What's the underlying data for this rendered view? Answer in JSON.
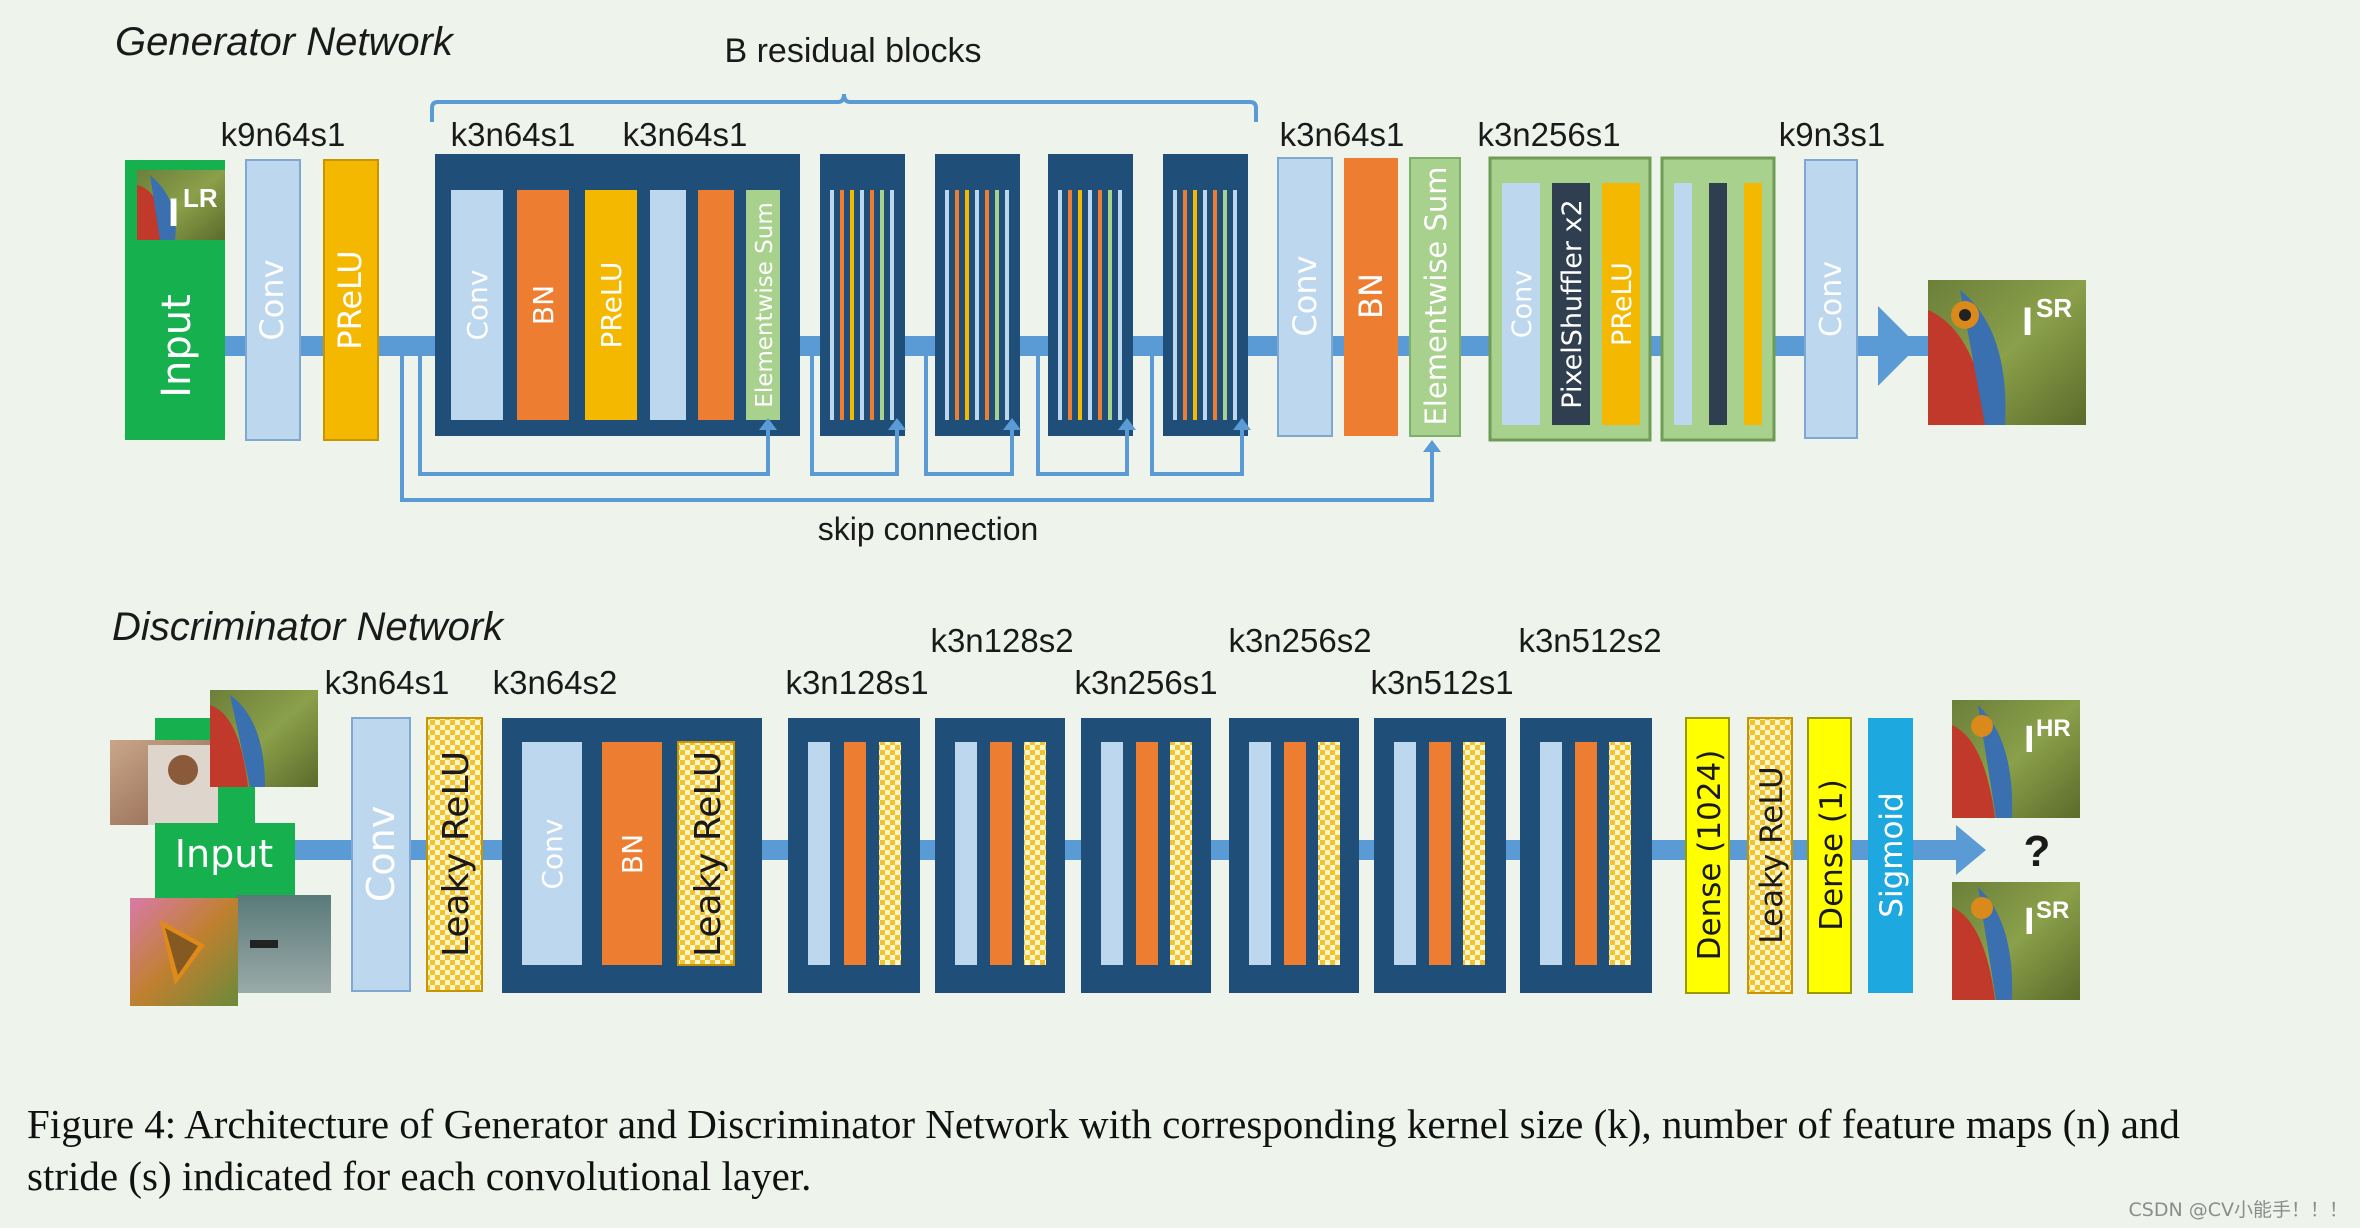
{
  "generator": {
    "title": "Generator Network",
    "residual_label": "B residual blocks",
    "skip_label": "skip connection",
    "input_label": "Input",
    "input_image_label": "I",
    "input_image_sup": "LR",
    "output_image_label": "I",
    "output_image_sup": "SR",
    "kernels": {
      "k1": "k9n64s1",
      "k2": "k3n64s1",
      "k3": "k3n64s1",
      "k4": "k3n64s1",
      "k5": "k3n256s1",
      "k6": "k9n3s1"
    },
    "layers": {
      "conv1": "Conv",
      "prelu1": "PReLU",
      "rb_conv": "Conv",
      "rb_bn": "BN",
      "rb_prelu": "PReLU",
      "rb_sum": "Elementwise Sum",
      "conv2": "Conv",
      "bn2": "BN",
      "sum2": "Elementwise Sum",
      "up_conv": "Conv",
      "up_shuffle": "PixelShuffler x2",
      "up_prelu": "PReLU",
      "conv_out": "Conv"
    }
  },
  "discriminator": {
    "title": "Discriminator Network",
    "input_label": "Input",
    "question": "?",
    "hr_label": "I",
    "hr_sup": "HR",
    "sr_label": "I",
    "sr_sup": "SR",
    "kernels": {
      "k1": "k3n64s1",
      "k2": "k3n64s2",
      "k3": "k3n128s1",
      "k4": "k3n128s2",
      "k5": "k3n256s1",
      "k6": "k3n256s2",
      "k7": "k3n512s1",
      "k8": "k3n512s2"
    },
    "layers": {
      "conv1": "Conv",
      "lrelu1": "Leaky ReLU",
      "b_conv": "Conv",
      "b_bn": "BN",
      "b_lrelu": "Leaky ReLU",
      "dense1": "Dense (1024)",
      "lrelu2": "Leaky ReLU",
      "dense2": "Dense (1)",
      "sigmoid": "Sigmoid"
    }
  },
  "caption": "Figure 4: Architecture of Generator and Discriminator Network with corresponding kernel size (k), number of feature maps (n) and stride (s) indicated for each convolutional layer.",
  "watermark": "CSDN @CV小能手！！！",
  "colors": {
    "background": "#eef4ec",
    "block_frame": "#1f4e79",
    "conv": "#bdd7ee",
    "bn": "#ed7d31",
    "prelu": "#f5b800",
    "sum": "#a9d18e",
    "input": "#16b04f",
    "pixelshuffler": "#2f3f4f",
    "upsample_frame": "#a9d18e",
    "dense": "#ffff00",
    "sigmoid": "#1ea8e0",
    "arrow": "#5b9bd5"
  }
}
